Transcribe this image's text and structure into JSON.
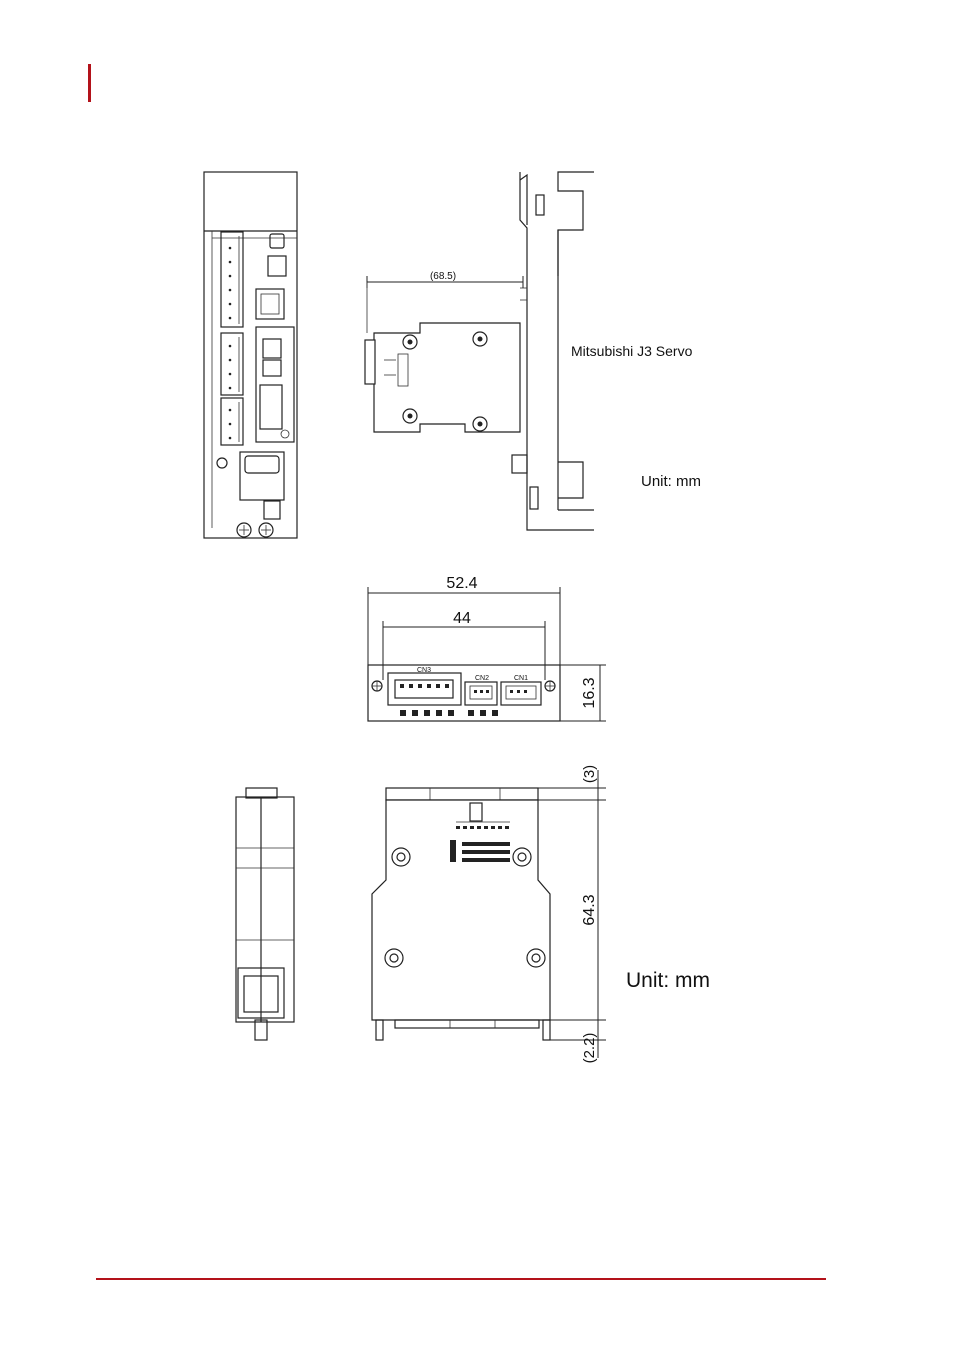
{
  "colors": {
    "accent": "#b3121a",
    "line": "#222222"
  },
  "labels": {
    "servo_name": "Mitsubishi J3 Servo",
    "unit_top": "Unit: mm",
    "unit_bottom": "Unit: mm"
  },
  "dimensions": {
    "side_depth": "(68.5)",
    "front_overall_width": "52.4",
    "front_hole_pitch": "44",
    "front_height": "16.3",
    "rear_top_offset": "(3)",
    "rear_body_height": "64.3",
    "rear_bottom_offset": "(2.2)"
  },
  "connector_labels": {
    "cn1": "CN1",
    "cn2": "CN2",
    "cn3": "CN3"
  }
}
